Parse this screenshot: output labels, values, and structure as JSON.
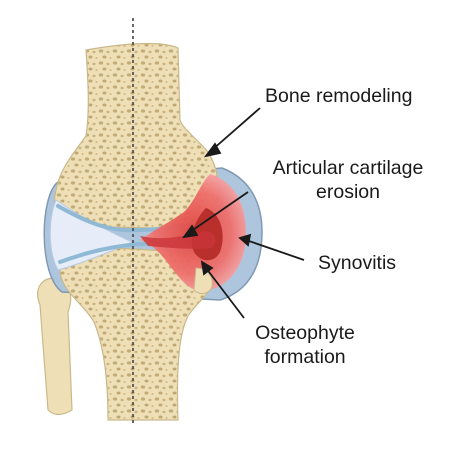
{
  "labels": {
    "bone_remodeling": "Bone remodeling",
    "articular_cartilage_line1": "Articular cartilage",
    "articular_cartilage_line2": "erosion",
    "synovitis": "Synovitis",
    "osteophyte_line1": "Osteophyte",
    "osteophyte_line2": "formation"
  },
  "colors": {
    "bone": "#eedfb6",
    "bone_outline": "#c9b98a",
    "bone_texture": "#c2ac78",
    "capsule": "#a9c4dd",
    "capsule_outline": "#7b93b0",
    "synovial_fluid": "#e6ecf8",
    "cartilage": "#8fb9d4",
    "inflammation": "#e0463f",
    "inflammation_light": "#f7b6b8",
    "arrow": "#1a1a1a",
    "divider": "#444444"
  }
}
